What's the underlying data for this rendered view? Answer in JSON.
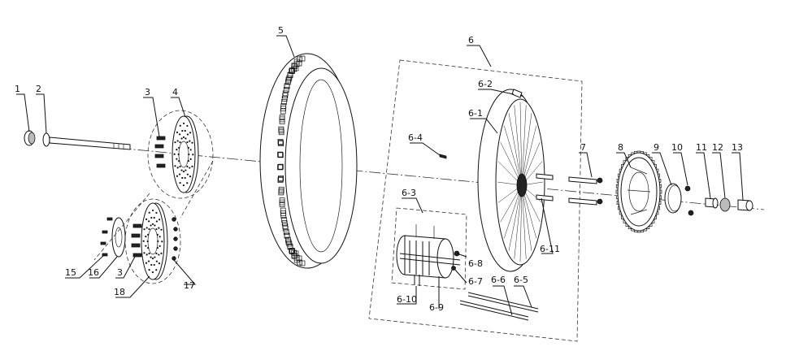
{
  "callouts": {
    "c1": "1",
    "c2": "2",
    "c3a": "3",
    "c4": "4",
    "c5": "5",
    "c6": "6",
    "c6_1": "6-1",
    "c6_2": "6-2",
    "c6_3": "6-3",
    "c6_4": "6-4",
    "c6_5": "6-5",
    "c6_6": "6-6",
    "c6_7": "6-7",
    "c6_8": "6-8",
    "c6_9": "6-9",
    "c6_10": "6-10",
    "c6_11": "6-11",
    "c7": "7",
    "c8": "8",
    "c9": "9",
    "c10": "10",
    "c11": "11",
    "c12": "12",
    "c13": "13",
    "c15": "15",
    "c16": "16",
    "c3b": "3",
    "c18": "18",
    "c17": "17"
  }
}
